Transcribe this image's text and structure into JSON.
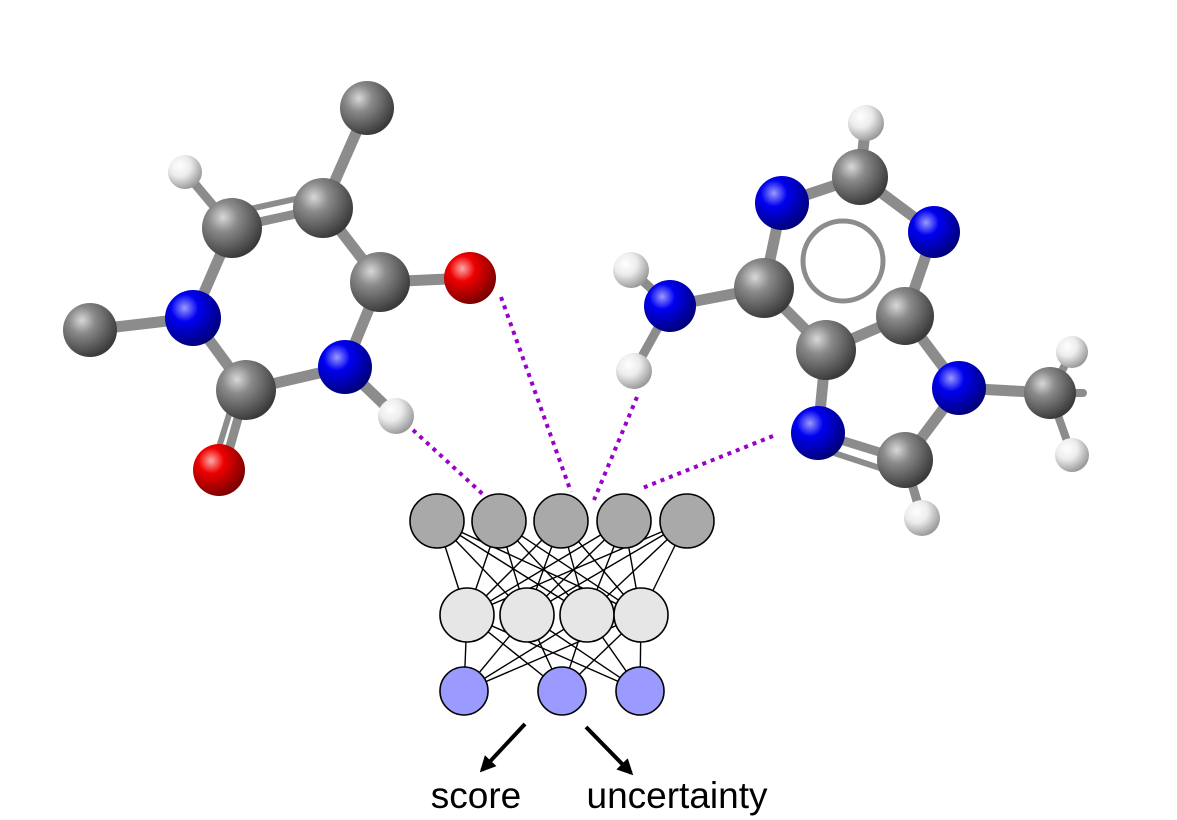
{
  "outputs": {
    "score_label": "score",
    "uncertainty_label": "uncertainty"
  },
  "colors": {
    "carbon": "#7a7a7a",
    "nitrogen": "#0000e0",
    "oxygen": "#e00000",
    "hydrogen": "#e8e8e8",
    "bond": "#9a9a9a",
    "connector": "#9900cc",
    "layer1_fill": "#a9a9a9",
    "layer2_fill": "#e6e6e6",
    "layer3_fill": "#9a9aff"
  },
  "network": {
    "layer_sizes": [
      5,
      4,
      3
    ]
  }
}
